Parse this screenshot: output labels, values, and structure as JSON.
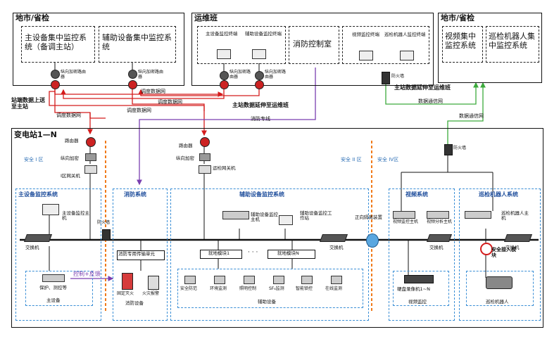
{
  "top": {
    "left_region_title": "地市/省检",
    "left_box1": "主设备集中监控系统（备调主站）",
    "left_box2": "辅助设备集中监控系统",
    "router_label": "纵向加密路由器",
    "ops_title": "运维班",
    "ops_main_terminal": "主设备监控终端",
    "ops_aux_terminal": "辅助设备监控终端",
    "fire_room": "消防控制室",
    "video_terminal": "视频监控终端",
    "robot_terminal": "巡检机器人监控终端",
    "firewall": "防火墙",
    "right_region_title": "地市/省检",
    "right_box1": "视频集中监控系统",
    "right_box2": "巡检机器人集中监控系统"
  },
  "links": {
    "dispatch_net": "调度数据网",
    "data_upload": "站端数据上送至主站",
    "main_to_ops": "主站数据延伸至运维班",
    "main_to_ops2": "主站数据延伸至运维班",
    "fire_line": "消防专线",
    "data_comm": "数据通信网"
  },
  "station": {
    "title": "变电站1—N",
    "router": "路由器",
    "vertical_enc": "纵向加密",
    "i_gateway": "I区网关机",
    "router2": "路由器",
    "vertical_enc2": "纵向加密",
    "ops_gateway": "运检网关机",
    "zone_i": "安全 I 区",
    "zone_ii": "安全 II 区",
    "zone_iv": "安全 IV区",
    "firewall_i": "防火墙",
    "firewall_iv": "防火墙",
    "main_monitor": "主设备监控系统",
    "main_host": "主设备监控主机",
    "switch": "交换机",
    "protection": "保护、测控等",
    "main_equipment": "主设备",
    "control_feedback": "控制+反馈",
    "fire_system": "消防系统",
    "fire_transmit": "消防专用传输单元",
    "fixed_fire": "固定灭火",
    "fire_alarm": "火灾报警",
    "fire_equipment": "消防设备",
    "aux_monitor": "辅助设备监控系统",
    "aux_host": "辅助设备监控主机",
    "aux_workstation": "辅助设备监控工作站",
    "module1": "就地模块1",
    "dots": "· · ·",
    "moduleN": "就地模块N",
    "switch2": "交换机",
    "aux_items": [
      "安全防范",
      "环境监测",
      "照明控制",
      "SF₆监测",
      "智能锁控",
      "在线监测"
    ],
    "aux_equipment": "辅助设备",
    "isolation": "正向隔离装置",
    "video_system": "视频系统",
    "nvr": "硬盘录像机1~N",
    "video_monitor": "视频监控",
    "video_host_a": "视频监控主机",
    "video_host_b": "视频分析主机",
    "switch3": "交换机",
    "robot_system": "巡检机器人系统",
    "robot_host": "巡检机器人主机",
    "secure_module": "安全接入模块",
    "switch4": "交换机",
    "robot": "巡检机器人"
  }
}
